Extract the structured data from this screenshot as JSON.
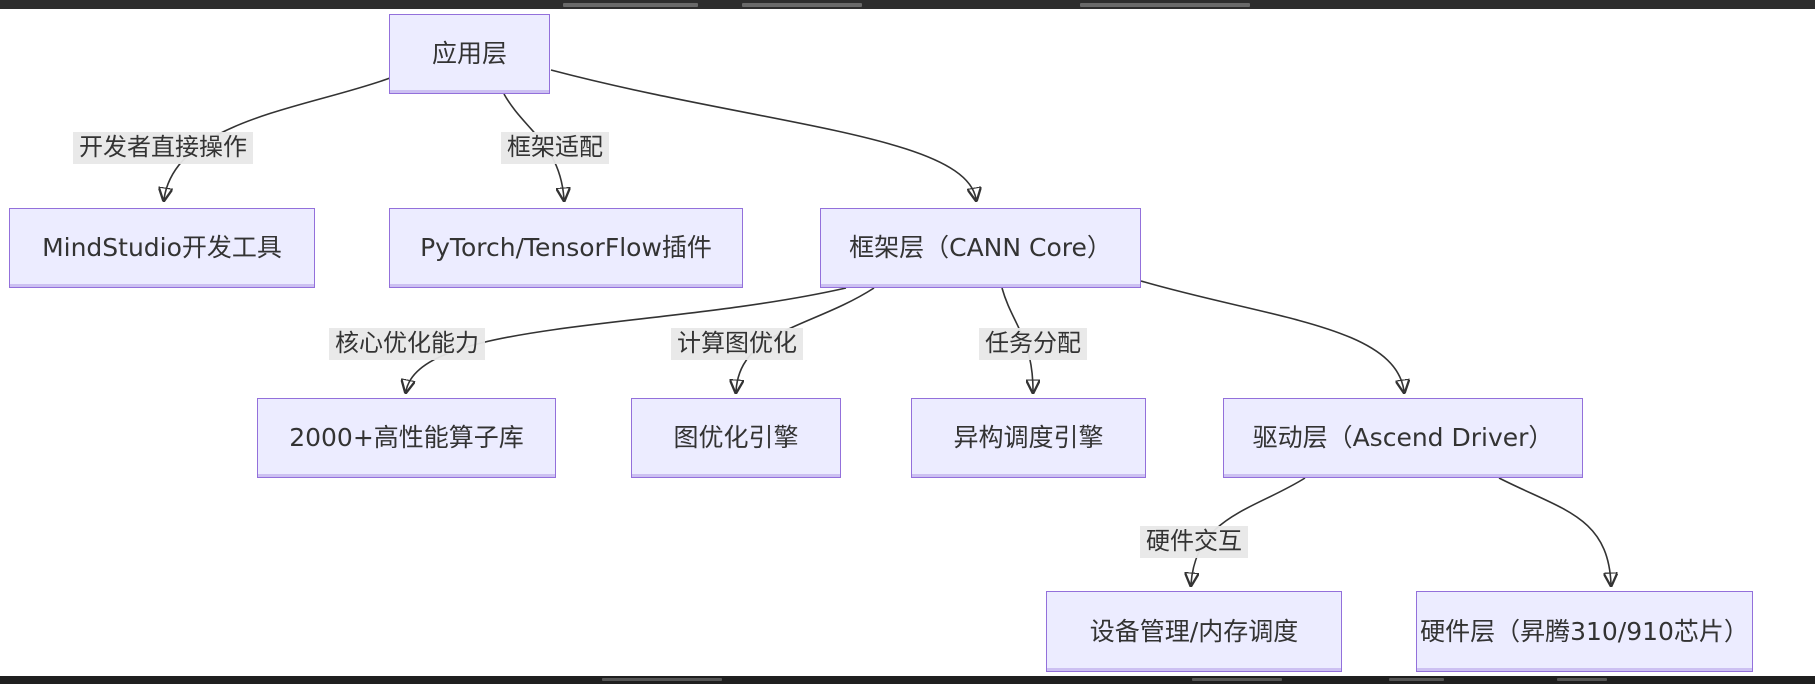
{
  "page": {
    "background": "#ffffff",
    "top_bar_color": "#2e2e2e",
    "bottom_bar_color": "#1f1f1f"
  },
  "diagram": {
    "type": "flowchart",
    "colors": {
      "node_fill": "#ECECFF",
      "node_border": "#9370DB",
      "edge_line": "#333333",
      "edge_label_bg": "#e8e8e8",
      "text": "#333333"
    },
    "nodes": {
      "app": {
        "label": "应用层"
      },
      "mindstudio": {
        "label": "MindStudio开发工具"
      },
      "pytorch": {
        "label": "PyTorch/TensorFlow插件"
      },
      "cann": {
        "label": "框架层（CANN Core）"
      },
      "ops": {
        "label": "2000+高性能算子库"
      },
      "graph_engine": {
        "label": "图优化引擎"
      },
      "scheduler": {
        "label": "异构调度引擎"
      },
      "driver": {
        "label": "驱动层（Ascend Driver）"
      },
      "device_mgmt": {
        "label": "设备管理/内存调度"
      },
      "hardware": {
        "label": "硬件层（昇腾310/910芯片）"
      }
    },
    "edges": [
      {
        "from": "app",
        "to": "mindstudio",
        "label": "开发者直接操作"
      },
      {
        "from": "app",
        "to": "pytorch",
        "label": "框架适配"
      },
      {
        "from": "app",
        "to": "cann",
        "label": ""
      },
      {
        "from": "cann",
        "to": "ops",
        "label": "核心优化能力"
      },
      {
        "from": "cann",
        "to": "graph_engine",
        "label": "计算图优化"
      },
      {
        "from": "cann",
        "to": "scheduler",
        "label": "任务分配"
      },
      {
        "from": "cann",
        "to": "driver",
        "label": ""
      },
      {
        "from": "driver",
        "to": "device_mgmt",
        "label": "硬件交互"
      },
      {
        "from": "driver",
        "to": "hardware",
        "label": ""
      }
    ]
  }
}
